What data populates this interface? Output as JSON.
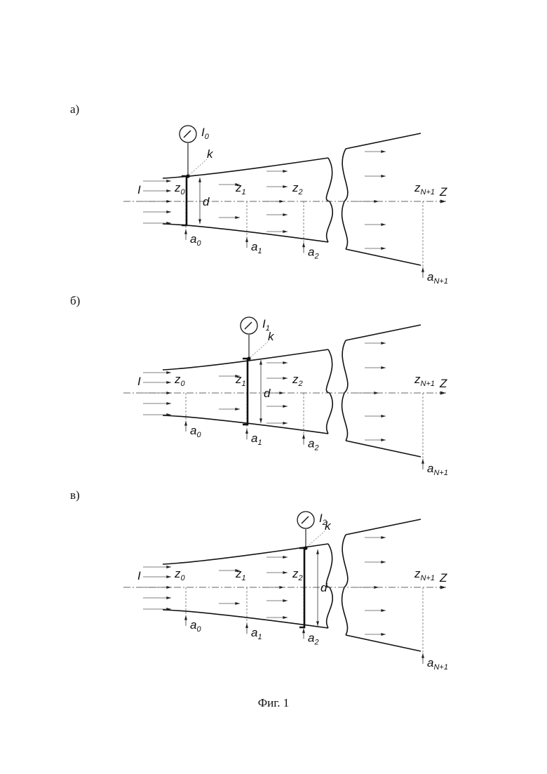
{
  "figure_caption": "Фиг. 1",
  "panels": [
    {
      "letter": "а)",
      "probe_section": 0,
      "meter_label": "I",
      "meter_sub": "0",
      "point_label": "k",
      "flow_label": "I",
      "diameter_label": "d",
      "sections": [
        {
          "z": "z",
          "z_sub": "0",
          "a": "a",
          "a_sub": "0"
        },
        {
          "z": "z",
          "z_sub": "1",
          "a": "a",
          "a_sub": "1"
        },
        {
          "z": "z",
          "z_sub": "2",
          "a": "a",
          "a_sub": "2"
        },
        {
          "z": "z",
          "z_sub": "N+1",
          "a": "a",
          "a_sub": "N+1"
        }
      ],
      "axis_label": "Z"
    },
    {
      "letter": "б)",
      "probe_section": 1,
      "meter_label": "I",
      "meter_sub": "1",
      "point_label": "k",
      "flow_label": "I",
      "diameter_label": "d",
      "sections": [
        {
          "z": "z",
          "z_sub": "0",
          "a": "a",
          "a_sub": "0"
        },
        {
          "z": "z",
          "z_sub": "1",
          "a": "a",
          "a_sub": "1"
        },
        {
          "z": "z",
          "z_sub": "2",
          "a": "a",
          "a_sub": "2"
        },
        {
          "z": "z",
          "z_sub": "N+1",
          "a": "a",
          "a_sub": "N+1"
        }
      ],
      "axis_label": "Z"
    },
    {
      "letter": "в)",
      "probe_section": 2,
      "meter_label": "I",
      "meter_sub": "2",
      "point_label": "k",
      "flow_label": "I",
      "diameter_label": "d",
      "sections": [
        {
          "z": "z",
          "z_sub": "0",
          "a": "a",
          "a_sub": "0"
        },
        {
          "z": "z",
          "z_sub": "1",
          "a": "a",
          "a_sub": "1"
        },
        {
          "z": "z",
          "z_sub": "2",
          "a": "a",
          "a_sub": "2"
        },
        {
          "z": "z",
          "z_sub": "N+1",
          "a": "a",
          "a_sub": "N+1"
        }
      ],
      "axis_label": "Z"
    }
  ]
}
